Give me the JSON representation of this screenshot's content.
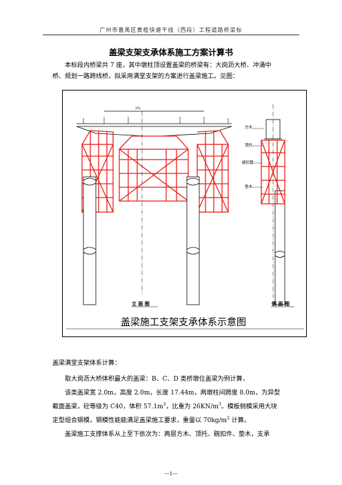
{
  "header": {
    "text": "广州市番禺区黄榄快速干线（西段）工程道路桥梁标"
  },
  "title": "盖梁支架支承体系施工方案计算书",
  "intro": [
    "本标段内桥梁共 7 座，其中墩柱顶设置盖梁的桥梁有：大岗沥大桥、冲涌中",
    "桥、规划一路跨线桥，拟采用满堂支架的方案进行盖梁施工。见图："
  ],
  "figure": {
    "caption": "盖梁施工支架支承体系示意图",
    "front_view_label": "立 面 图",
    "side_view_label": "侧 面 图",
    "labels": {
      "fangmu": "方木",
      "dinguo": "顶托",
      "wankouguan": "碗扣管",
      "dianmu": "垫木"
    }
  },
  "body": {
    "section_title": "盖梁满堂支架体系计算：",
    "lines": [
      "取大岗沥大桥体积最大的盖梁：B、C、D 类桥墩位盖梁为例计算，",
      "该类盖梁宽 2.0m，高度 2.0m，长度 17.44m，两墩柱间跨度 8.0m，为异型",
      "截面盖梁，砼等级为 C40，体积 57.1m",
      "定型组合钢模，钢模性能能满足盖梁施工要求，重量以 70kg/m",
      "盖梁施工支撑体系从上至下依次为：两层方木、顶托、碗扣件、垫木，支承"
    ],
    "line3_sup": "3",
    "line3_tail": "，比重为 26KN/m",
    "line3_tail_sup": "3",
    "line3_end": "。模板侧模采用大块",
    "line4_sup": "2",
    "line4_end": " 计算。"
  },
  "footer": {
    "page": "---1---"
  },
  "colors": {
    "scaffold": "#e8211b",
    "line": "#000000"
  }
}
